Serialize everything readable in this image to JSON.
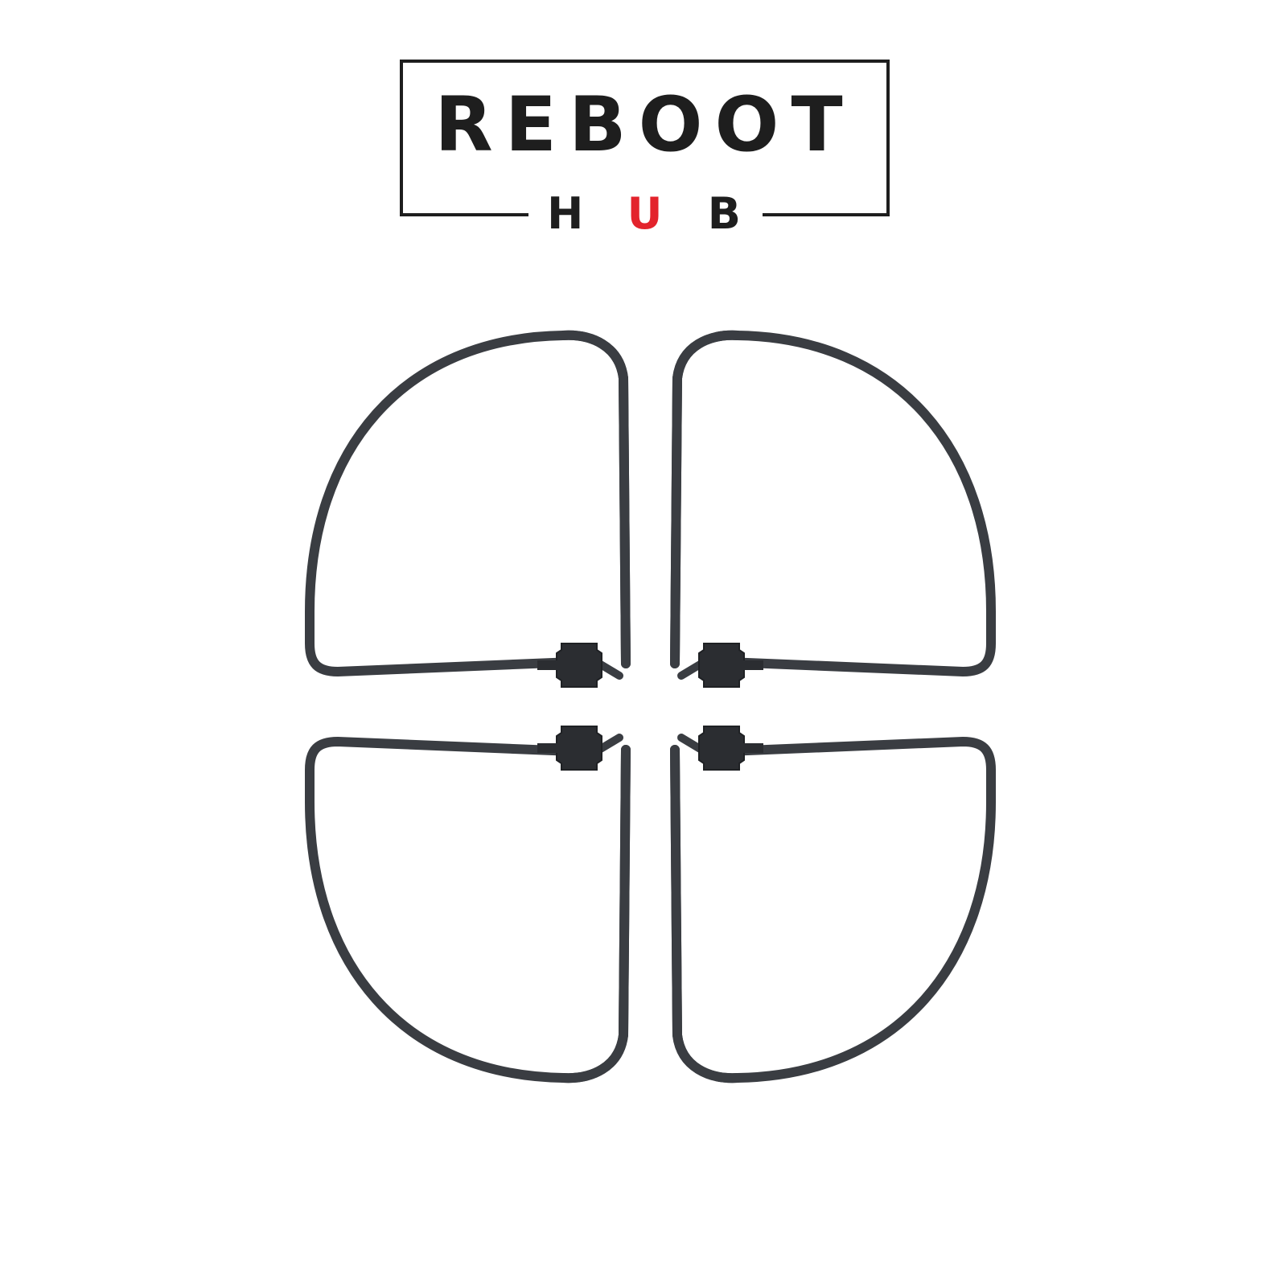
{
  "logo": {
    "wordmark": "REBOOT",
    "submark_letters": [
      "H",
      "U",
      "B"
    ],
    "accent_letter_index": 1,
    "colors": {
      "ink": "#1e1e1e",
      "accent": "#e3232c"
    }
  },
  "product": {
    "guard_color": "#3a3d42"
  }
}
